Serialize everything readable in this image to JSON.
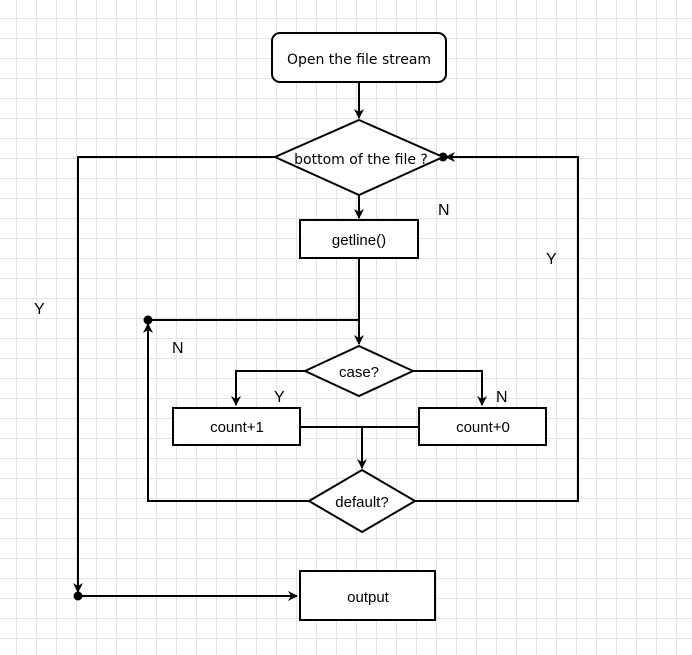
{
  "nodes": {
    "open_stream": "Open the file stream",
    "eof_check": "bottom of the file ?",
    "getline": "getline()",
    "case_check": "case?",
    "count_plus_one": "count+1",
    "count_plus_zero": "count+0",
    "default_check": "default?",
    "output": "output"
  },
  "edge_labels": {
    "eof_yes": "Y",
    "eof_no": "N",
    "default_yes": "Y",
    "default_no": "N",
    "case_yes": "Y",
    "case_no": "N"
  },
  "colors": {
    "stroke": "#000000",
    "fill": "#ffffff",
    "grid": "#e4e4e4"
  }
}
